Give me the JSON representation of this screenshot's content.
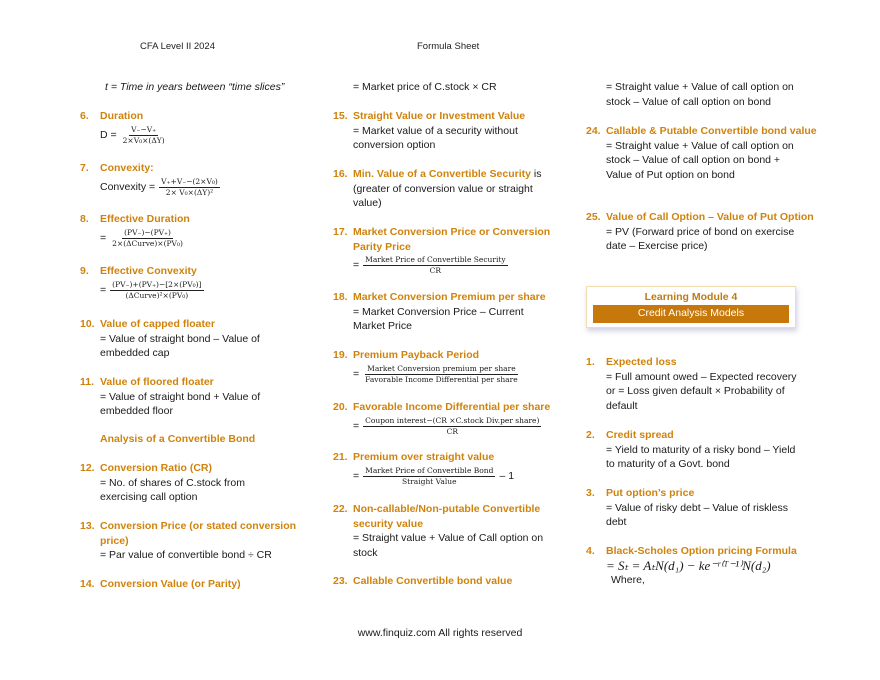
{
  "header": {
    "left": "CFA Level II 2024",
    "center": "Formula Sheet"
  },
  "footer": "www.finquiz.com All rights reserved",
  "accent_color": "#d0830c",
  "module": {
    "title": "Learning Module 4",
    "subtitle": "Credit Analysis Models"
  },
  "columns": [
    [
      {
        "italic": "t = Time in years between “time slices”"
      },
      {
        "num": "6.",
        "title": "Duration",
        "formula": {
          "prefix": "D =",
          "num": "V₋−V₊",
          "den": "2×V₀×(ΔY)"
        }
      },
      {
        "num": "7.",
        "title": "Convexity:",
        "formula": {
          "prefix": "Convexity =",
          "num": "V₊+V₋−(2×V₀)",
          "den": "2× V₀×(ΔY)²"
        }
      },
      {
        "num": "8.",
        "title": "Effective Duration",
        "formula": {
          "prefix": "=",
          "num": "(PV₋)−(PV₊)",
          "den": "2×(ΔCurve)×(PV₀)"
        }
      },
      {
        "num": "9.",
        "title": "Effective Convexity",
        "formula": {
          "prefix": "=",
          "num": "(PV₋)+(PV₊)−[2×(PV₀)]",
          "den": "(ΔCurve)²×(PV₀)"
        }
      },
      {
        "num": "10.",
        "title": "Value of capped floater",
        "body": [
          "= Value of straight bond – Value of",
          "embedded cap"
        ]
      },
      {
        "num": "11.",
        "title": "Value of floored floater",
        "body": [
          "= Value of straight bond + Value of",
          "embedded floor"
        ]
      },
      {
        "title": "Analysis of a Convertible Bond"
      },
      {
        "num": "12.",
        "title": "Conversion Ratio (CR)",
        "body": [
          "= No. of shares of C.stock from",
          "exercising call option"
        ]
      },
      {
        "num": "13.",
        "title": "Conversion Price (or stated conversion price)",
        "body": [
          "= Par value of convertible bond ÷ CR"
        ]
      },
      {
        "num": "14.",
        "title": "Conversion Value (or Parity)"
      }
    ],
    [
      {
        "body": [
          "= Market price of C.stock × CR"
        ]
      },
      {
        "num": "15.",
        "title": "Straight Value or Investment Value",
        "body": [
          "= Market value of a security without",
          "conversion option"
        ]
      },
      {
        "num": "16.",
        "title": "Min. Value of a Convertible Security",
        "title_suffix": " is",
        "body": [
          "(greater of conversion value or straight",
          "value)"
        ]
      },
      {
        "num": "17.",
        "title": "Market Conversion Price or Conversion Parity Price",
        "formula": {
          "prefix": "=",
          "num": "Market Price of Convertible Security",
          "den": "CR"
        }
      },
      {
        "num": "18.",
        "title": "Market Conversion Premium per share",
        "body": [
          "= Market Conversion Price – Current",
          "Market Price"
        ]
      },
      {
        "num": "19.",
        "title": "Premium Payback Period",
        "formula": {
          "prefix": "=",
          "num": "Market Conversion premium per share",
          "den": "Favorable Income Differential per share"
        }
      },
      {
        "num": "20.",
        "title": "Favorable Income Differential per share",
        "formula": {
          "prefix": "=",
          "num": "Coupon interest−(CR ×C.stock Div.per share)",
          "den": "CR"
        }
      },
      {
        "num": "21.",
        "title": "Premium over straight value",
        "formula": {
          "prefix": "=",
          "num": "Market Price of Convertible Bond",
          "den": "Straight Value",
          "suffix": "– 1"
        }
      },
      {
        "num": "22.",
        "title": "Non-callable/Non-putable Convertible security value",
        "body": [
          "= Straight value + Value of Call option on",
          "stock"
        ]
      },
      {
        "num": "23.",
        "title": "Callable Convertible bond value"
      }
    ],
    [
      {
        "body": [
          "= Straight value + Value of call option on",
          "stock – Value of call option on bond"
        ]
      },
      {
        "num": "24.",
        "title": "Callable & Putable Convertible bond value",
        "body": [
          "= Straight value + Value of call option on",
          "stock – Value of call option on bond +",
          "Value of Put option on bond"
        ]
      },
      {
        "num": "25.",
        "title": "Value of Call Option – Value of Put Option",
        "body": [
          "= PV (Forward price of bond on exercise",
          "date – Exercise price)"
        ]
      },
      {
        "num": "1.",
        "title": "Expected loss",
        "body": [
          "= Full amount owed – Expected recovery",
          "or  = Loss given default × Probability of",
          "default"
        ]
      },
      {
        "num": "2.",
        "title": "Credit spread",
        "body": [
          "= Yield to maturity of a risky bond – Yield",
          "to maturity of a Govt. bond"
        ]
      },
      {
        "num": "3.",
        "title": "Put option’s price",
        "body": [
          "= Value of risky debt – Value of riskless",
          "debt"
        ]
      },
      {
        "num": "4.",
        "title": "Black-Scholes Option pricing Formula",
        "bs": "=  Sₜ = AₜN(d₁) − ke⁻ʳ⁽ᵀ⁻¹⁾N(d₂)",
        "body": [
          "Where,"
        ]
      }
    ]
  ]
}
